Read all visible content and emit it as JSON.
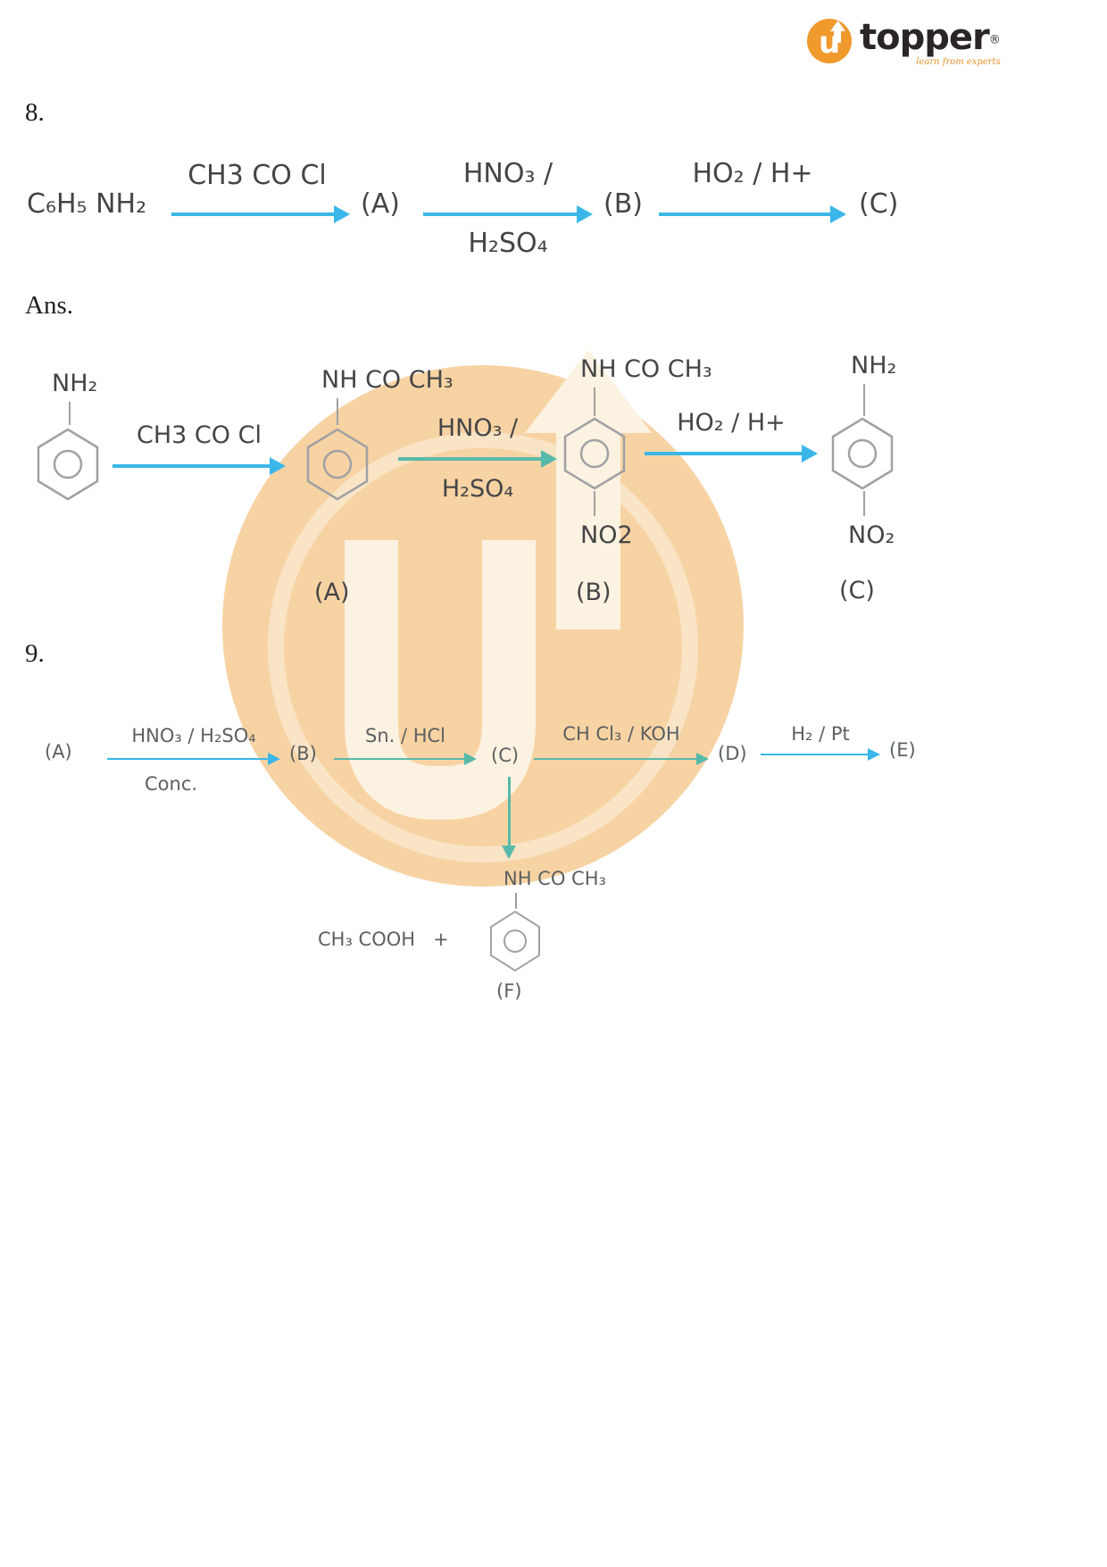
{
  "colors": {
    "arrow_cyan": "#3ab7e8",
    "arrow_teal": "#57b9a9",
    "text_dark": "#454547",
    "text_q9": "#5c6061",
    "ring_stroke": "#9fa1a4",
    "watermark_fill": "#f7d3a3",
    "watermark_inner": "#fcf2e1",
    "logo_orange": "#f0992d",
    "logo_text_color": "#2b2526",
    "tagline_color": "#e8912d"
  },
  "icons": {
    "logo": "topper-u-arrow-icon",
    "watermark": "topper-logo-watermark"
  },
  "header": {
    "brand": "topper",
    "registered": "®",
    "tagline": "learn from experts"
  },
  "q8": {
    "number": "8.",
    "reactant": "C₆H₅ NH₂",
    "steps": [
      {
        "above": "CH3 CO Cl",
        "below": "",
        "product": "(A)"
      },
      {
        "above": "HNO₃ /",
        "below": "H₂SO₄",
        "product": "(B)"
      },
      {
        "above": "HO₂ / H+",
        "below": "",
        "product": "(C)"
      }
    ]
  },
  "answer": {
    "label": "Ans.",
    "arrows": [
      {
        "above": "CH3 CO Cl",
        "below": ""
      },
      {
        "above": "HNO₃ /",
        "below": "H₂SO₄"
      },
      {
        "above": "HO₂ / H+",
        "below": ""
      }
    ],
    "structures": [
      {
        "top": "NH₂",
        "bottom": "",
        "caption": ""
      },
      {
        "top": "NH CO CH₃",
        "bottom": "",
        "caption": "(A)"
      },
      {
        "top": "NH CO CH₃",
        "bottom": "NO2",
        "caption": "(B)"
      },
      {
        "top": "NH₂",
        "bottom": "NO₂",
        "caption": "(C)"
      }
    ]
  },
  "q9": {
    "number": "9.",
    "start": "(A)",
    "steps": [
      {
        "above": "HNO₃ / H₂SO₄",
        "below": "Conc.",
        "product": "(B)"
      },
      {
        "above": "Sn. / HCl",
        "below": "",
        "product": "(C)"
      },
      {
        "above": "CH Cl₃ / KOH",
        "below": "",
        "product": "(D)"
      },
      {
        "above": "H₂ / Pt",
        "below": "",
        "product": "(E)"
      }
    ],
    "branch": {
      "byproduct": "CH₃ COOH   +",
      "structure_top_label": "NH CO CH₃",
      "caption": "(F)"
    }
  }
}
